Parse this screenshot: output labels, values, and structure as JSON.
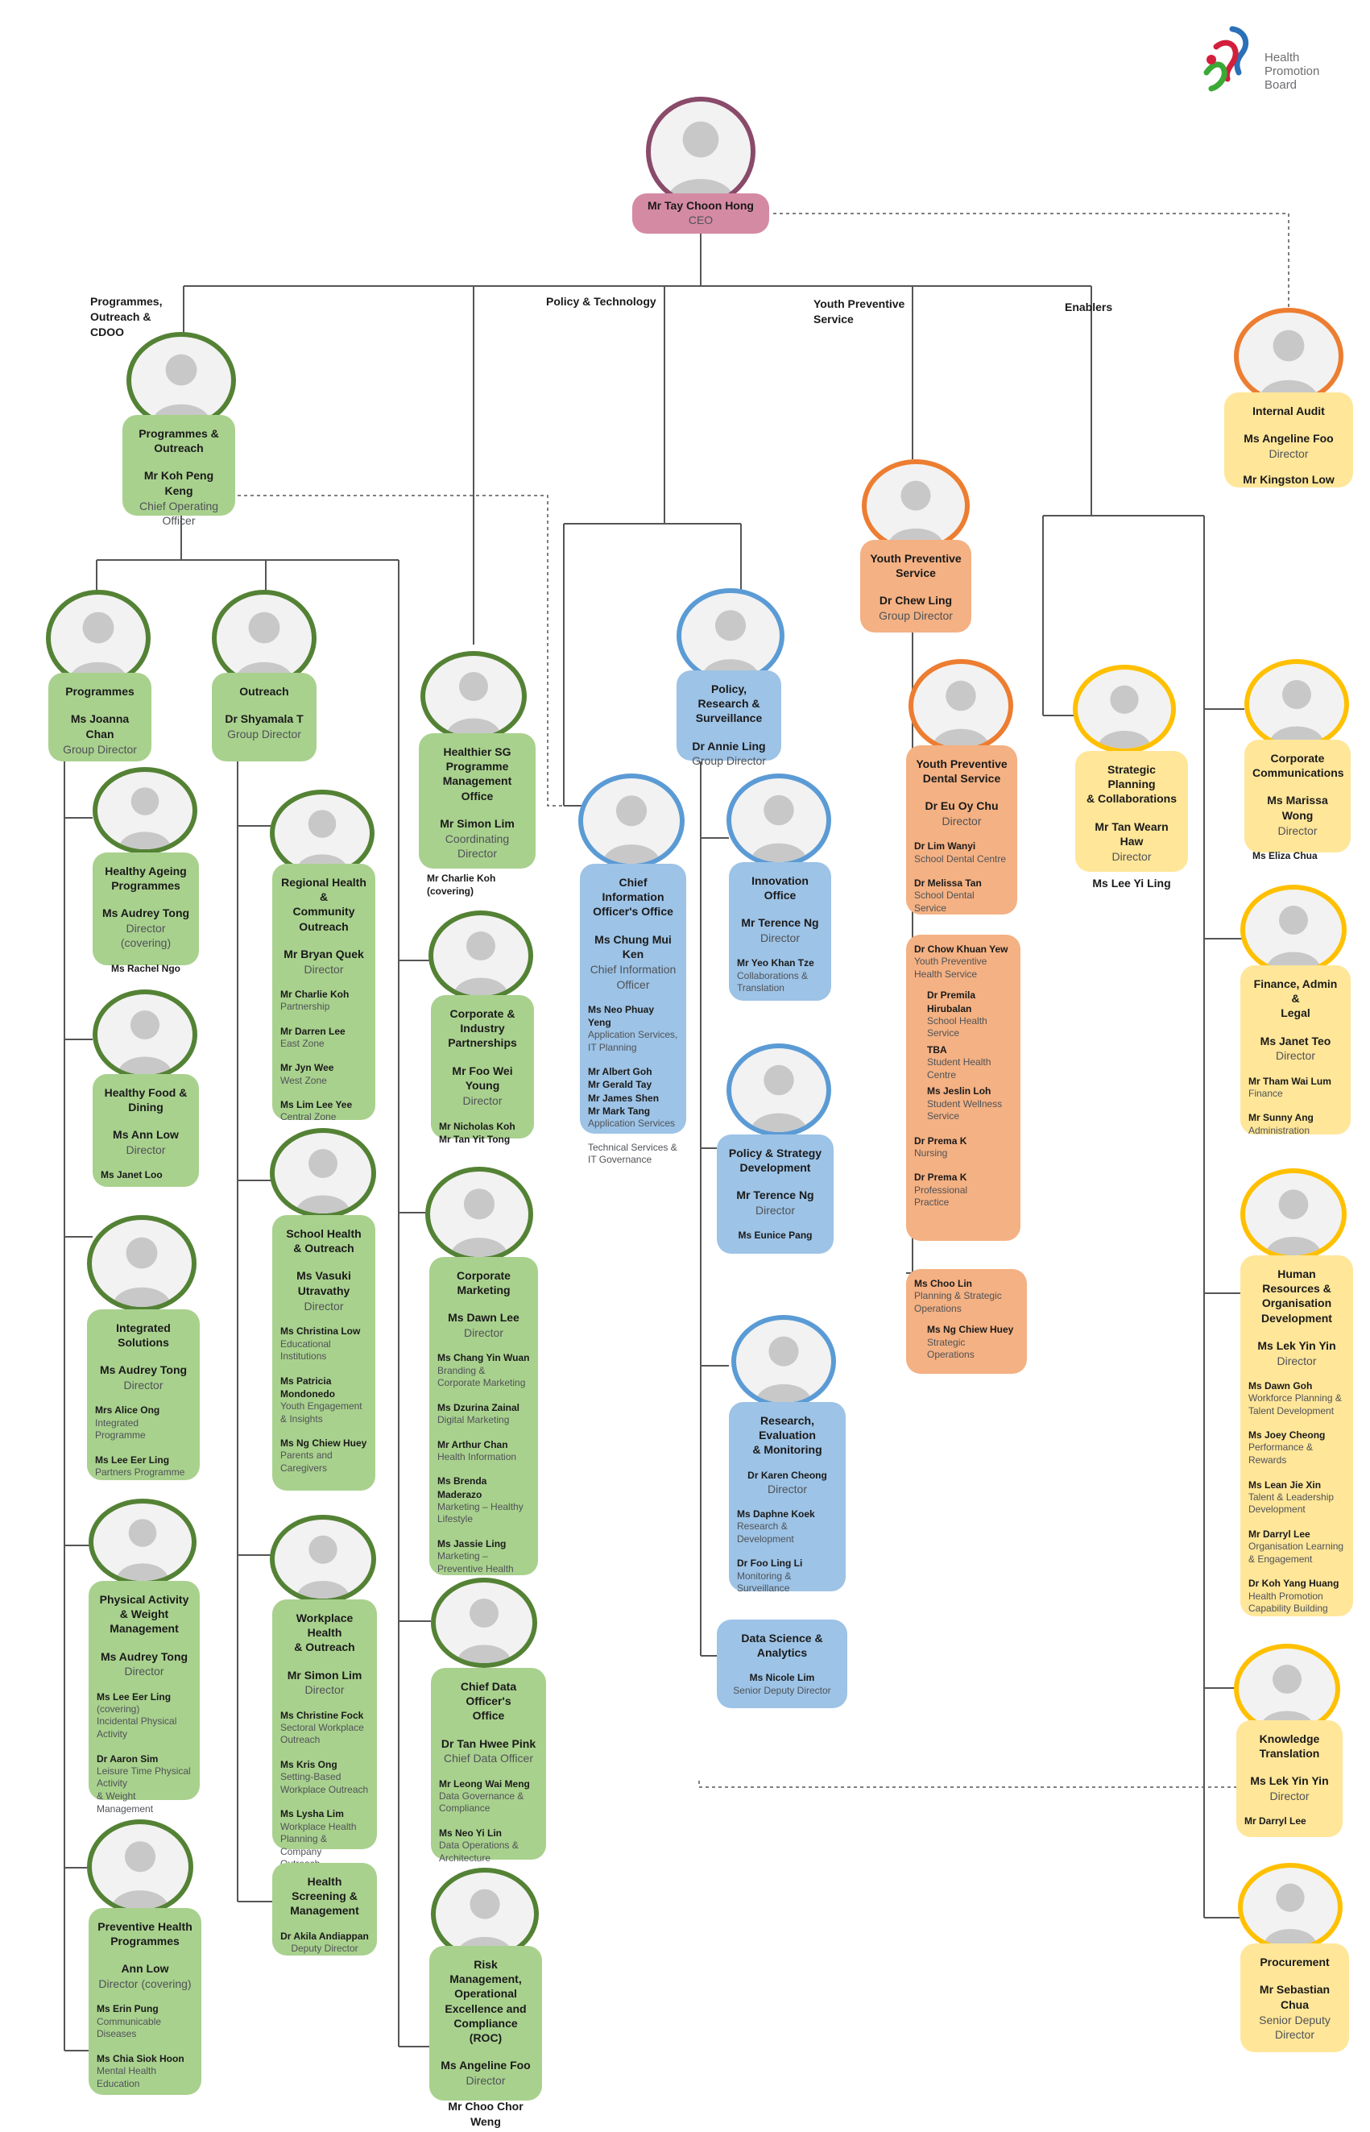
{
  "logo": {
    "line1": "Health",
    "line2": "Promotion",
    "line3": "Board"
  },
  "sections": {
    "programmes": "Programmes,\nOutreach &\nCDOO",
    "policy": "Policy & Technology",
    "youth": "Youth Preventive\nService",
    "enablers": "Enablers"
  },
  "ceo": {
    "name": "Mr Tay Choon Hong",
    "role": "CEO"
  },
  "internal_audit": {
    "title": "Internal Audit",
    "name": "Ms Angeline Foo",
    "role": "Director",
    "member": "Mr Kingston Low"
  },
  "programmes_outreach": {
    "title": "Programmes &\nOutreach",
    "name": "Mr Koh Peng Keng",
    "role": "Chief Operating\nOfficer"
  },
  "programmes": {
    "title": "Programmes",
    "name": "Ms Joanna Chan",
    "role": "Group Director"
  },
  "outreach": {
    "title": "Outreach",
    "name": "Dr Shyamala T",
    "role": "Group Director"
  },
  "healthy_ageing": {
    "title": "Healthy Ageing\nProgrammes",
    "name": "Ms Audrey Tong",
    "role": "Director (covering)",
    "members": [
      {
        "name": "Ms Rachel Ngo",
        "role": ""
      }
    ]
  },
  "healthy_food": {
    "title": "Healthy Food &\nDining",
    "name": "Ms Ann Low",
    "role": "Director",
    "members": [
      {
        "name": "Ms Janet Loo",
        "role": ""
      }
    ]
  },
  "integrated": {
    "title": "Integrated\nSolutions",
    "name": "Ms Audrey Tong",
    "role": "Director",
    "members": [
      {
        "name": "Mrs Alice Ong",
        "role": "Integrated\nProgramme"
      },
      {
        "name": "Ms Lee Eer Ling",
        "role": "Partners Programme"
      }
    ]
  },
  "physical": {
    "title": "Physical Activity\n& Weight\nManagement",
    "name": "Ms Audrey Tong",
    "role": "Director",
    "members": [
      {
        "name": "Ms Lee Eer Ling",
        "role": "(covering)\nIncidental Physical\nActivity"
      },
      {
        "name": "Dr Aaron Sim",
        "role": "Leisure Time Physical\nActivity\n& Weight\nManagement"
      }
    ]
  },
  "preventive": {
    "title": "Preventive Health\nProgrammes",
    "name": "Ann Low",
    "role": "Director (covering)",
    "members": [
      {
        "name": "Ms Erin Pung",
        "role": "Communicable\nDiseases"
      },
      {
        "name": "Ms Chia Siok Hoon",
        "role": "Mental Health\nEducation"
      }
    ]
  },
  "regional": {
    "title": "Regional Health &\nCommunity\nOutreach",
    "name": "Mr Bryan Quek",
    "role": "Director",
    "members": [
      {
        "name": "Mr Charlie Koh",
        "role": "Partnership"
      },
      {
        "name": "Mr Darren Lee",
        "role": "East Zone"
      },
      {
        "name": "Mr Jyn Wee",
        "role": "West Zone"
      },
      {
        "name": "Ms Lim Lee Yee",
        "role": "Central Zone"
      }
    ]
  },
  "school": {
    "title": "School Health\n& Outreach",
    "name": "Ms Vasuki\nUtravathy",
    "role": "Director",
    "members": [
      {
        "name": "Ms Christina Low",
        "role": "Educational\nInstitutions"
      },
      {
        "name": "Ms Patricia\nMondonedo",
        "role": "Youth Engagement\n& Insights"
      },
      {
        "name": "Ms Ng Chiew Huey",
        "role": "Parents and\nCaregivers"
      }
    ]
  },
  "workplace": {
    "title": "Workplace Health\n& Outreach",
    "name": "Mr Simon Lim",
    "role": "Director",
    "members": [
      {
        "name": "Ms Christine Fock",
        "role": "Sectoral Workplace\nOutreach"
      },
      {
        "name": "Ms Kris Ong",
        "role": "Setting-Based\nWorkplace Outreach"
      },
      {
        "name": "Ms Lysha Lim",
        "role": "Workplace Health\nPlanning & Company\nOutreach"
      }
    ]
  },
  "screening": {
    "title": "Health\nScreening &\nManagement",
    "name": "Dr Akila Andiappan",
    "role": "Deputy Director"
  },
  "healthier_sg": {
    "title": "Healthier SG\nProgramme\nManagement Office",
    "name": "Mr Simon Lim",
    "role": "Coordinating Director",
    "members": [
      {
        "name": "Mr Charlie Koh\n(covering)",
        "role": ""
      }
    ]
  },
  "corporate_industry": {
    "title": "Corporate &\nIndustry\nPartnerships",
    "name": "Mr Foo Wei Young",
    "role": "Director",
    "members": [
      {
        "name": "Mr Nicholas Koh\nMr Tan Yit Tong",
        "role": ""
      }
    ]
  },
  "corporate_marketing": {
    "title": "Corporate\nMarketing",
    "name": "Ms Dawn Lee",
    "role": "Director",
    "members": [
      {
        "name": "Ms Chang Yin Wuan",
        "role": "Branding &\nCorporate Marketing"
      },
      {
        "name": "Ms Dzurina Zainal",
        "role": "Digital Marketing"
      },
      {
        "name": "Mr Arthur Chan",
        "role": "Health Information"
      },
      {
        "name": "Ms Brenda Maderazo",
        "role": "Marketing – Healthy\nLifestyle"
      },
      {
        "name": "Ms Jassie Ling",
        "role": "Marketing –\nPreventive Health"
      }
    ]
  },
  "cdo": {
    "title": "Chief Data Officer's\nOffice",
    "name": "Dr Tan Hwee Pink",
    "role": "Chief Data Officer",
    "members": [
      {
        "name": "Mr Leong Wai Meng",
        "role": "Data Governance &\nCompliance"
      },
      {
        "name": "Ms Neo Yi Lin",
        "role": "Data Operations &\nArchitecture"
      }
    ]
  },
  "roc": {
    "title": "Risk Management,\nOperational\nExcellence and\nCompliance (ROC)",
    "name": "Ms Angeline Foo",
    "role": "Director",
    "member": "Mr Choo Chor Weng"
  },
  "cio": {
    "title": "Chief Information\nOfficer's Office",
    "name": "Ms Chung Mui Ken",
    "role": "Chief Information\nOfficer",
    "members": [
      {
        "name": "Ms Neo Phuay Yeng",
        "role": "Application Services,\nIT Planning"
      },
      {
        "name": "Mr Albert Goh\nMr Gerald Tay\nMr James Shen\nMr Mark Tang",
        "role": "Application Services"
      },
      {
        "name": "",
        "role": "Technical Services &\nIT Governance"
      }
    ]
  },
  "policy_research": {
    "title": "Policy, Research &\nSurveillance",
    "name": "Dr Annie Ling",
    "role": "Group Director"
  },
  "innovation": {
    "title": "Innovation Office",
    "name": "Mr Terence Ng",
    "role": "Director",
    "members": [
      {
        "name": "Mr Yeo Khan Tze",
        "role": "Collaborations &\nTranslation"
      }
    ]
  },
  "policy_strategy": {
    "title": "Policy & Strategy\nDevelopment",
    "name": "Mr Terence Ng",
    "role": "Director",
    "member": "Ms Eunice Pang"
  },
  "research_eval": {
    "title": "Research, Evaluation\n& Monitoring",
    "name": "Dr Karen Cheong",
    "role": "Director",
    "members": [
      {
        "name": "Ms Daphne Koek",
        "role": "Research &\nDevelopment"
      },
      {
        "name": "Dr Foo Ling Li",
        "role": "Monitoring &\nSurveillance"
      }
    ]
  },
  "data_science": {
    "title": "Data Science &\nAnalytics",
    "name": "Ms Nicole Lim",
    "role": "Senior Deputy Director"
  },
  "youth": {
    "title": "Youth Preventive\nService",
    "name": "Dr Chew Ling",
    "role": "Group Director"
  },
  "dental": {
    "title": "Youth Preventive\nDental Service",
    "name": "Dr Eu Oy Chu",
    "role": "Director",
    "members": [
      {
        "name": "Dr Lim Wanyi",
        "role": "School Dental Centre"
      },
      {
        "name": "Dr Melissa Tan",
        "role": "School Dental Service"
      }
    ]
  },
  "yphs": {
    "name": "Dr Chow Khuan Yew",
    "role": "Youth Preventive\nHealth Service",
    "subs": [
      {
        "name": "Dr Premila\nHirubalan",
        "role": "School Health\nService"
      },
      {
        "name": "TBA",
        "role": "Student Health\nCentre"
      },
      {
        "name": "Ms Jeslin Loh",
        "role": "Student Wellness\nService"
      }
    ],
    "members": [
      {
        "name": "Dr Prema K",
        "role": "Nursing"
      },
      {
        "name": "Dr Prema K",
        "role": "Professional\nPractice"
      }
    ]
  },
  "planning_ops": {
    "name": "Ms Choo Lin",
    "role": "Planning & Strategic\nOperations",
    "sub": {
      "name": "Ms Ng Chiew Huey",
      "role": "Strategic\nOperations"
    }
  },
  "strategic_planning": {
    "title": "Strategic Planning\n& Collaborations",
    "name": "Mr Tan Wearn Haw",
    "role": "Director",
    "member": "Ms Lee Yi Ling"
  },
  "corp_comms": {
    "title": "Corporate\nCommunications",
    "name": "Ms Marissa Wong",
    "role": "Director",
    "members": [
      {
        "name": "Ms Eliza Chua",
        "role": ""
      }
    ]
  },
  "finance": {
    "title": "Finance, Admin &\nLegal",
    "name": "Ms Janet Teo",
    "role": "Director",
    "members": [
      {
        "name": "Mr Tham Wai Lum",
        "role": "Finance"
      },
      {
        "name": "Mr Sunny Ang",
        "role": "Administration"
      }
    ]
  },
  "hr": {
    "title": "Human Resources &\nOrganisation\nDevelopment",
    "name": "Ms Lek Yin Yin",
    "role": "Director",
    "members": [
      {
        "name": "Ms Dawn Goh",
        "role": "Workforce Planning &\nTalent Development"
      },
      {
        "name": "Ms Joey Cheong",
        "role": "Performance &\nRewards"
      },
      {
        "name": "Ms Lean Jie Xin",
        "role": "Talent & Leadership\nDevelopment"
      },
      {
        "name": "Mr Darryl Lee",
        "role": "Organisation Learning\n& Engagement"
      },
      {
        "name": "Dr Koh Yang Huang",
        "role": "Health Promotion\nCapability Building"
      }
    ]
  },
  "knowledge": {
    "title": "Knowledge\nTranslation",
    "name": "Ms Lek Yin Yin",
    "role": "Director",
    "members": [
      {
        "name": "Mr Darryl Lee",
        "role": ""
      }
    ]
  },
  "procurement": {
    "title": "Procurement",
    "name": "Mr Sebastian Chua",
    "role": "Senior Deputy\nDirector"
  },
  "colors": {
    "green": "#a9d18e",
    "blue": "#9dc3e6",
    "orange": "#f4b183",
    "yellow": "#ffe699",
    "pink": "#d58aa4"
  }
}
